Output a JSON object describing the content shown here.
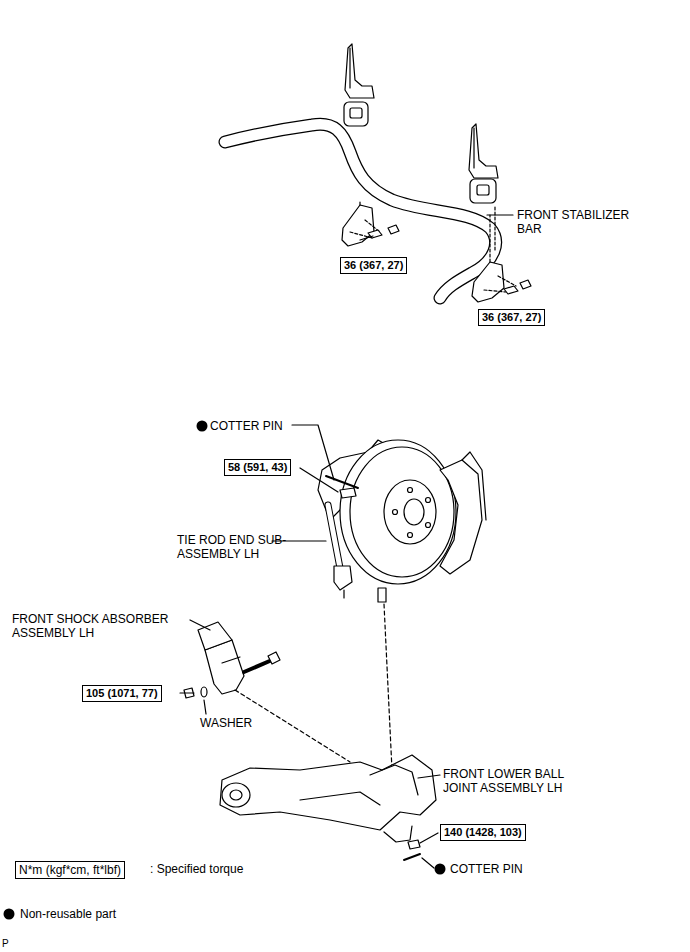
{
  "diagram": {
    "nodes": [
      {
        "text": [
          "36 (367, 27)"
        ]
      },
      {
        "text": [
          "36 (367, 27)"
        ]
      },
      {
        "text": [
          "58 (591, 43)"
        ]
      },
      {
        "text": [
          "105 (1071, 77)"
        ]
      },
      {
        "text": [
          "140 (1428, 103)"
        ]
      },
      {
        "text": [
          "N*m (kgf*cm, ft*lbf)"
        ]
      }
    ],
    "edges": [],
    "labels": [
      "FRONT STABILIZER BAR",
      "COTTER PIN",
      "TIE ROD END SUB-ASSEMBLY LH",
      "FRONT SHOCK ABSORBER ASSEMBLY LH",
      "WASHER",
      "FRONT LOWER BALL JOINT ASSEMBLY LH",
      "COTTER PIN",
      "P"
    ],
    "legend": [
      {
        "text": ": Specified torque"
      },
      {
        "text": "Non-reusable part"
      }
    ]
  }
}
